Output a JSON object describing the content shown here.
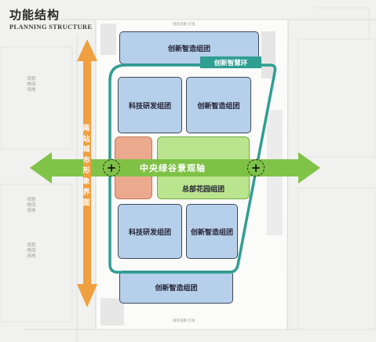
{
  "header": {
    "title_cn": "功能结构",
    "title_en": "PLANNING STRUCTURE"
  },
  "zones": {
    "innovation_top": "创新智造组团",
    "rd_upper": "科技研发组团",
    "innovation_upper_right": "创新智造组团",
    "green_axis": "中央绿谷景观轴",
    "hq_garden": "总部花园组团",
    "rd_lower": "科技研发组团",
    "innovation_lower_right": "创新智造组团",
    "innovation_bottom": "创新智造组团"
  },
  "ring_label": "创新智慧环",
  "interface_label": "南站城市形象界面",
  "side_labels": [
    "规划物流用地",
    "规划物流用地",
    "规划物流用地"
  ],
  "road_labels": {
    "top": "规划道路 红线",
    "bottom": "规划道路 红线"
  },
  "colors": {
    "blue_zone": "#b0cbe8",
    "green_zone": "#b2e080",
    "green_axis": "#7bc142",
    "ring": "#2f9f92",
    "orange_interface": "#f0a040",
    "red_zone": "#e9a082"
  }
}
